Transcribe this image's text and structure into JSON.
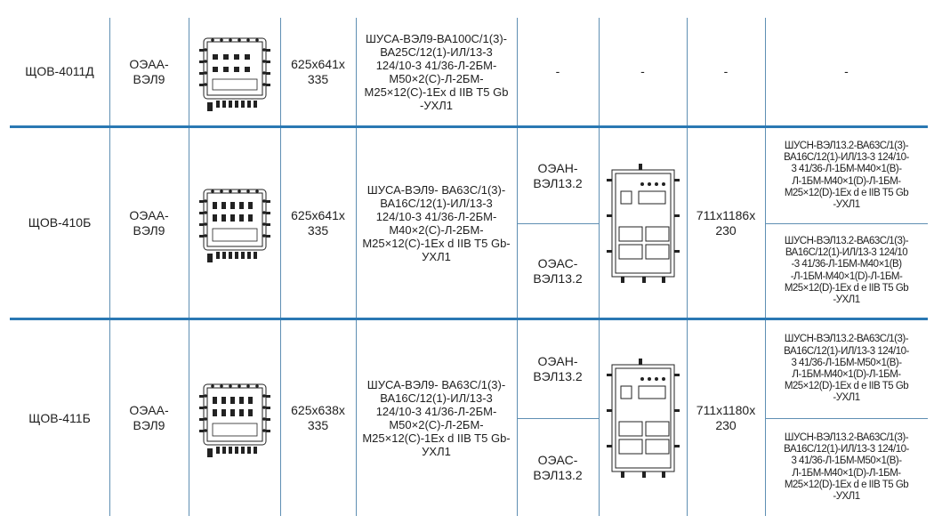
{
  "rows": [
    {
      "model": "ЩОВ-4011Д",
      "shell_type": "ОЭАА-\nВЭЛ9",
      "dimensions": "625x641x\n335",
      "spec": "ШУСА-ВЭЛ9-ВА100С/1(3)-\nВА25С/12(1)-ИЛ/13-3\n124/10-3 41/36-Л-2БМ-\nМ50×2(С)-Л-2БМ-\nМ25×12(С)-1Ex d IIB T5 Gb\n-УХЛ1",
      "dash_1": "-",
      "dash_2": "-",
      "dash_3": "-",
      "dash_4": "-"
    },
    {
      "model": "ЩОВ-410Б",
      "shell_type": "ОЭАА-\nВЭЛ9",
      "dimensions": "625x641x\n335",
      "spec": "ШУСА-ВЭЛ9- ВА63С/1(3)-\nВА16С/12(1)-ИЛ/13-3\n124/10-3 41/36-Л-2БМ-\nМ40×2(С)-Л-2БМ-\nМ25×12(С)-1Ex d IIB T5 Gb-\nУХЛ1",
      "sub_shell_top": "ОЭАН-\nВЭЛ13.2",
      "sub_shell_bottom": "ОЭАС-\nВЭЛ13.2",
      "sub_dimensions": "711x1186x\n230",
      "sub_spec_top": "ШУСН-ВЭЛ13.2-ВА63С/1(3)-\nВА16С/12(1)-ИЛ/13-3 124/10-\n3 41/36-Л-1БМ-М40×1(В)-\nЛ-1БМ-М40×1(D)-Л-1БМ-\nМ25×12(D)-1Ex d e IIB T5 Gb\n-УХЛ1",
      "sub_spec_bottom": "ШУСН-ВЭЛ13.2-ВА63С/1(3)-\nВА16С/12(1)-ИЛ/13-3 124/10\n-3 41/36-Л-1БМ-М40×1(В)\n-Л-1БМ-М40×1(D)-Л-1БМ-\nМ25×12(D)-1Ex d e IIB T5 Gb\n-УХЛ1"
    },
    {
      "model": "ЩОВ-411Б",
      "shell_type": "ОЭАА-\nВЭЛ9",
      "dimensions": "625x638x\n335",
      "spec": "ШУСА-ВЭЛ9- ВА63С/1(3)-\nВА16С/12(1)-ИЛ/13-3\n124/10-3 41/36-Л-2БМ-\nМ50×2(С)-Л-2БМ-\nМ25×12(С)-1Ex d IIB T5 Gb-\nУХЛ1",
      "sub_shell_top": "ОЭАН-\nВЭЛ13.2",
      "sub_shell_bottom": "ОЭАС-\nВЭЛ13.2",
      "sub_dimensions": "711x1180x\n230",
      "sub_spec_top": "ШУСН-ВЭЛ13.2-ВА63С/1(3)-\nВА16С/12(1)-ИЛ/13-3 124/10-\n3 41/36-Л-1БМ-М50×1(В)-\nЛ-1БМ-М40×1(D)-Л-1БМ-\nМ25×12(D)-1Ex d e IIB T5 Gb\n-УХЛ1",
      "sub_spec_bottom": "ШУСН-ВЭЛ13.2-ВА63С/1(3)-\nВА16С/12(1)-ИЛ/13-3 124/10-\n3 41/36-Л-1БМ-М50×1(В)-\nЛ-1БМ-М40×1(D)-Л-1БМ-\nМ25×12(D)-1Ex d e IIB T5 Gb\n-УХЛ1"
    }
  ]
}
